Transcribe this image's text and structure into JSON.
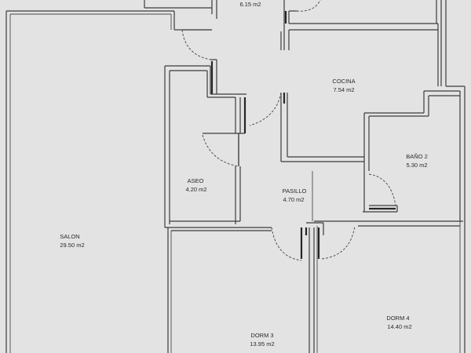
{
  "rooms": [
    {
      "id": "top",
      "name": "",
      "area": "6.15 m2"
    },
    {
      "id": "cocina",
      "name": "COCINA",
      "area": "7.54 m2"
    },
    {
      "id": "bano2",
      "name": "BAÑO 2",
      "area": "5.30 m2"
    },
    {
      "id": "aseo",
      "name": "ASEO",
      "area": "4.20 m2"
    },
    {
      "id": "pasillo",
      "name": "PASILLO",
      "area": "4.70 m2"
    },
    {
      "id": "salon",
      "name": "SALON",
      "area": "29.50 m2"
    },
    {
      "id": "dorm3",
      "name": "DORM 3",
      "area": "13.95 m2"
    },
    {
      "id": "dorm4",
      "name": "DORM 4",
      "area": "14.40 m2"
    }
  ]
}
